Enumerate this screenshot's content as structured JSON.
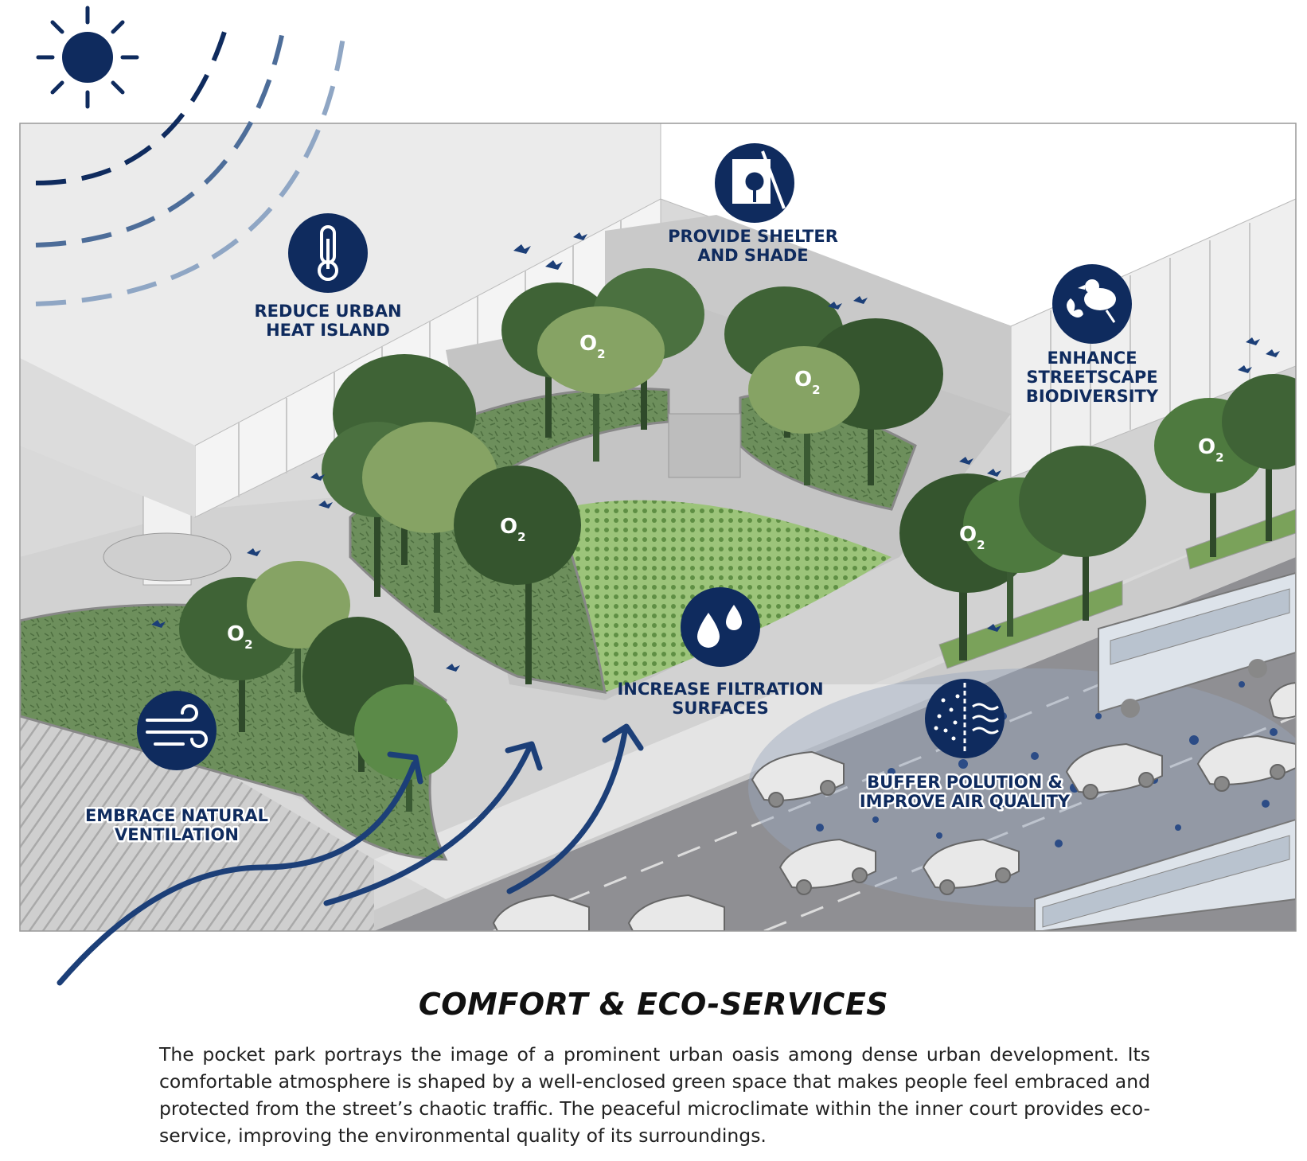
{
  "title": "COMFORT & ECO-SERVICES",
  "description": "The pocket park portrays the image of a prominent urban oasis among dense urban development. Its comfortable atmosphere is shaped by a well-enclosed green space that makes people feel embraced and protected from the street’s chaotic traffic. The peaceful microclimate within the inner court provides eco-service, improving the environmental quality of its surroundings.",
  "labels": {
    "heat_island": [
      "REDUCE URBAN",
      "HEAT ISLAND"
    ],
    "shelter": [
      "PROVIDE SHELTER",
      "AND SHADE"
    ],
    "biodiversity": [
      "ENHANCE",
      "STREETSCAPE",
      "BIODIVERSITY"
    ],
    "filtration": [
      "INCREASE FILTRATION",
      "SURFACES"
    ],
    "pollution": [
      "BUFFER POLUTION &",
      "IMPROVE AIR QUALITY"
    ],
    "ventilation": [
      "EMBRACE NATURAL",
      "VENTILATION"
    ]
  },
  "oxygen_label": {
    "main": "O",
    "sub": "2"
  },
  "icons": {
    "heat_island": "thermometer-icon",
    "shelter": "shelter-tree-icon",
    "biodiversity": "bird-butterfly-icon",
    "filtration": "water-drops-icon",
    "pollution": "air-filter-icon",
    "ventilation": "wind-icon",
    "sun": "sun-icon"
  },
  "colors": {
    "navy": "#0f2b5e",
    "tree_dark": "#3d5e34",
    "tree_mid": "#4e7a3f",
    "tree_light": "#86a364",
    "lawn": "#7dab5c",
    "building": "#e6e6e6",
    "road": "#8e8e92"
  }
}
